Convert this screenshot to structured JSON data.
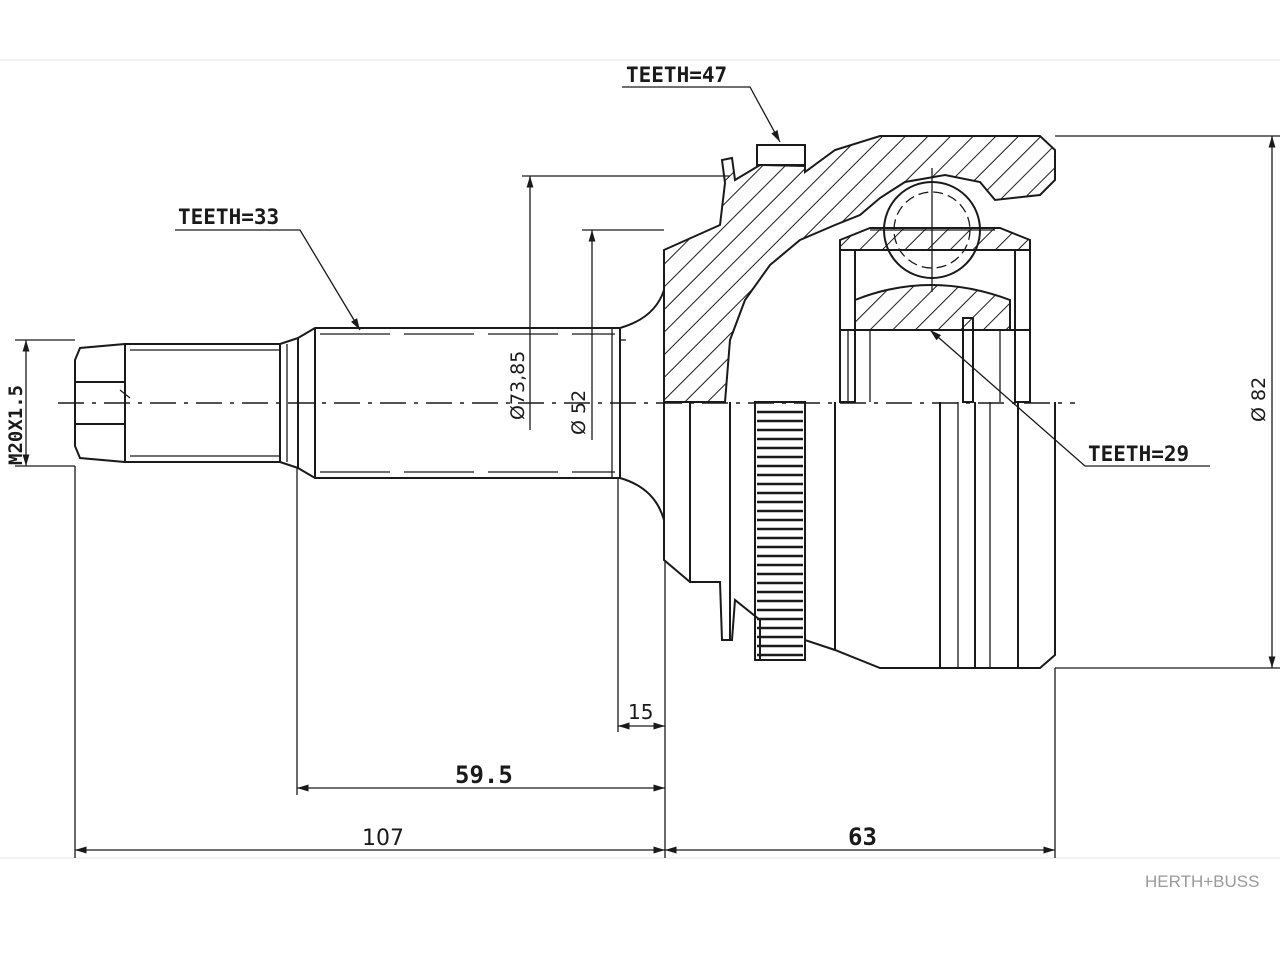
{
  "drawing": {
    "labels": {
      "teeth_outer": "TEETH=47",
      "teeth_shaft": "TEETH=33",
      "teeth_inner": "TEETH=29",
      "thread": "M20X1.5",
      "dia_1": "Ø73,85",
      "dia_2": "Ø 52",
      "dia_3": "Ø 82",
      "dim_15": "15",
      "dim_59_5": "59.5",
      "dim_107": "107",
      "dim_63": "63"
    },
    "brand": "HERTH+BUSS"
  }
}
